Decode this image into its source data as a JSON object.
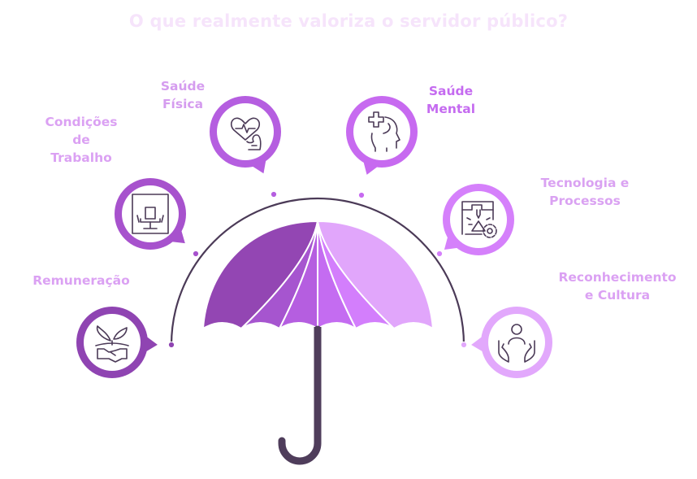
{
  "title": "O que realmente valoriza o servidor público?",
  "colors": {
    "title": "#f6e4fb",
    "dark": "#4b3a57",
    "arc": "#4b3a57"
  },
  "items": [
    {
      "id": "remuneracao",
      "label": "Remuneração",
      "icon": "plant-handshake-icon",
      "color": "#8f44b2",
      "label_color": "#dba1f3"
    },
    {
      "id": "condicoes",
      "label": "Condições de Trabalho",
      "label_lines": [
        "Condições",
        "de",
        "Trabalho"
      ],
      "icon": "office-chair-icon",
      "color": "#a752cd",
      "label_color": "#dba1f3"
    },
    {
      "id": "saude-fisica",
      "label": "Saúde Física",
      "label_lines": [
        "Saúde",
        "Física"
      ],
      "icon": "heart-muscle-icon",
      "color": "#b55ee0",
      "label_color": "#d59cef"
    },
    {
      "id": "saude-mental",
      "label": "Saúde Mental",
      "label_lines": [
        "Saúde",
        "Mental"
      ],
      "icon": "mental-health-head-icon",
      "color": "#c76af0",
      "label_color": "#c56bf0"
    },
    {
      "id": "tecnologia",
      "label": "Tecnologia e Processos",
      "label_lines": [
        "Tecnologia e",
        "Processos"
      ],
      "icon": "tech-process-gear-icon",
      "color": "#d580fb",
      "label_color": "#daa2f2"
    },
    {
      "id": "reconhecimento",
      "label": "Reconhecimento e Cultura",
      "label_lines": [
        "Reconhecimento",
        "e Cultura"
      ],
      "icon": "person-hands-icon",
      "color": "#e2a8fc",
      "label_color": "#dba1f3"
    }
  ],
  "umbrella": {
    "panel_colors": [
      "#9346b3",
      "#a655cf",
      "#b55ee0",
      "#c46cf1",
      "#d37efc",
      "#e1a6fb"
    ],
    "handle_color": "#4f3d5b"
  }
}
